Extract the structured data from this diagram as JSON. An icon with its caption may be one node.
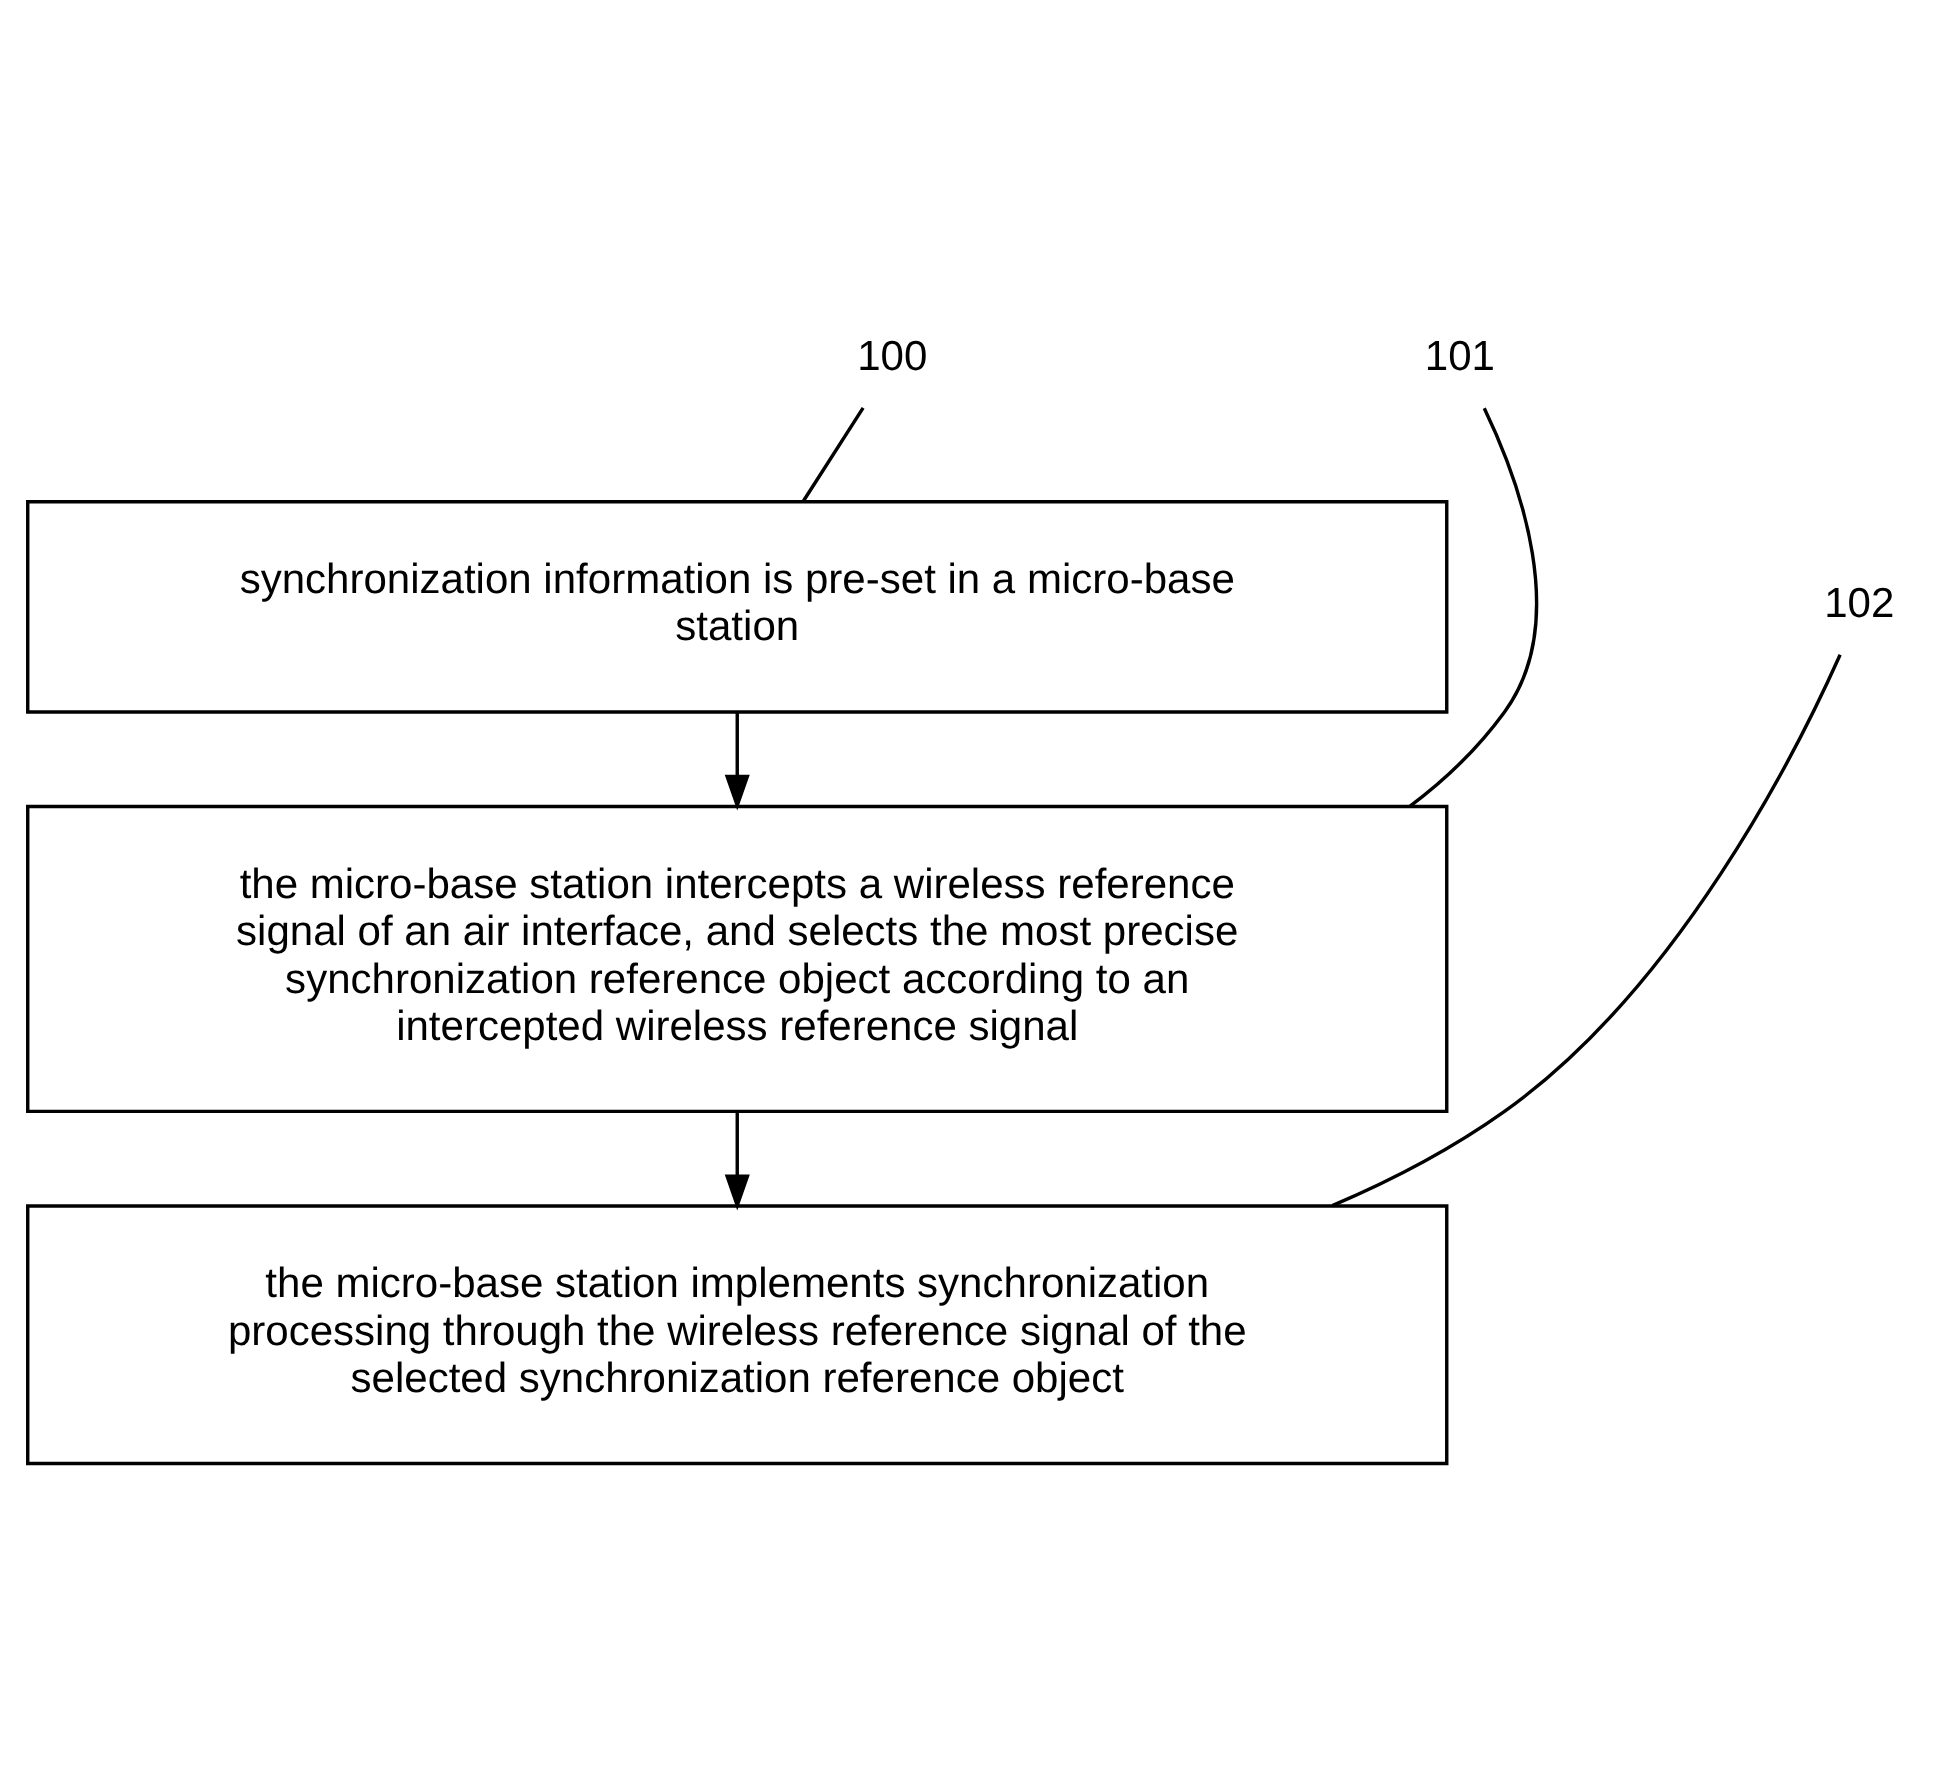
{
  "diagram": {
    "nodes": [
      {
        "text": [
          "100"
        ]
      },
      {
        "text": [
          "synchronization information is pre-set in a micro-base station"
        ]
      },
      {
        "text": [
          "101"
        ]
      },
      {
        "text": [
          "the micro-base station intercepts a wireless reference signal of an air interface, and selects the most precise synchronization reference object according to an intercepted wireless reference signal"
        ]
      },
      {
        "text": [
          "102"
        ]
      },
      {
        "text": [
          "the micro-base station implements synchronization processing through the wireless reference signal of the selected synchronization reference object"
        ]
      }
    ],
    "edges": [
      {
        "from": 0,
        "to": 1,
        "arrow": "none"
      },
      {
        "from": 1,
        "to": 3,
        "arrow": "to"
      },
      {
        "from": 2,
        "to": 3,
        "arrow": "none"
      },
      {
        "from": 3,
        "to": 5,
        "arrow": "to"
      },
      {
        "from": 4,
        "to": 5,
        "arrow": "none"
      }
    ]
  }
}
